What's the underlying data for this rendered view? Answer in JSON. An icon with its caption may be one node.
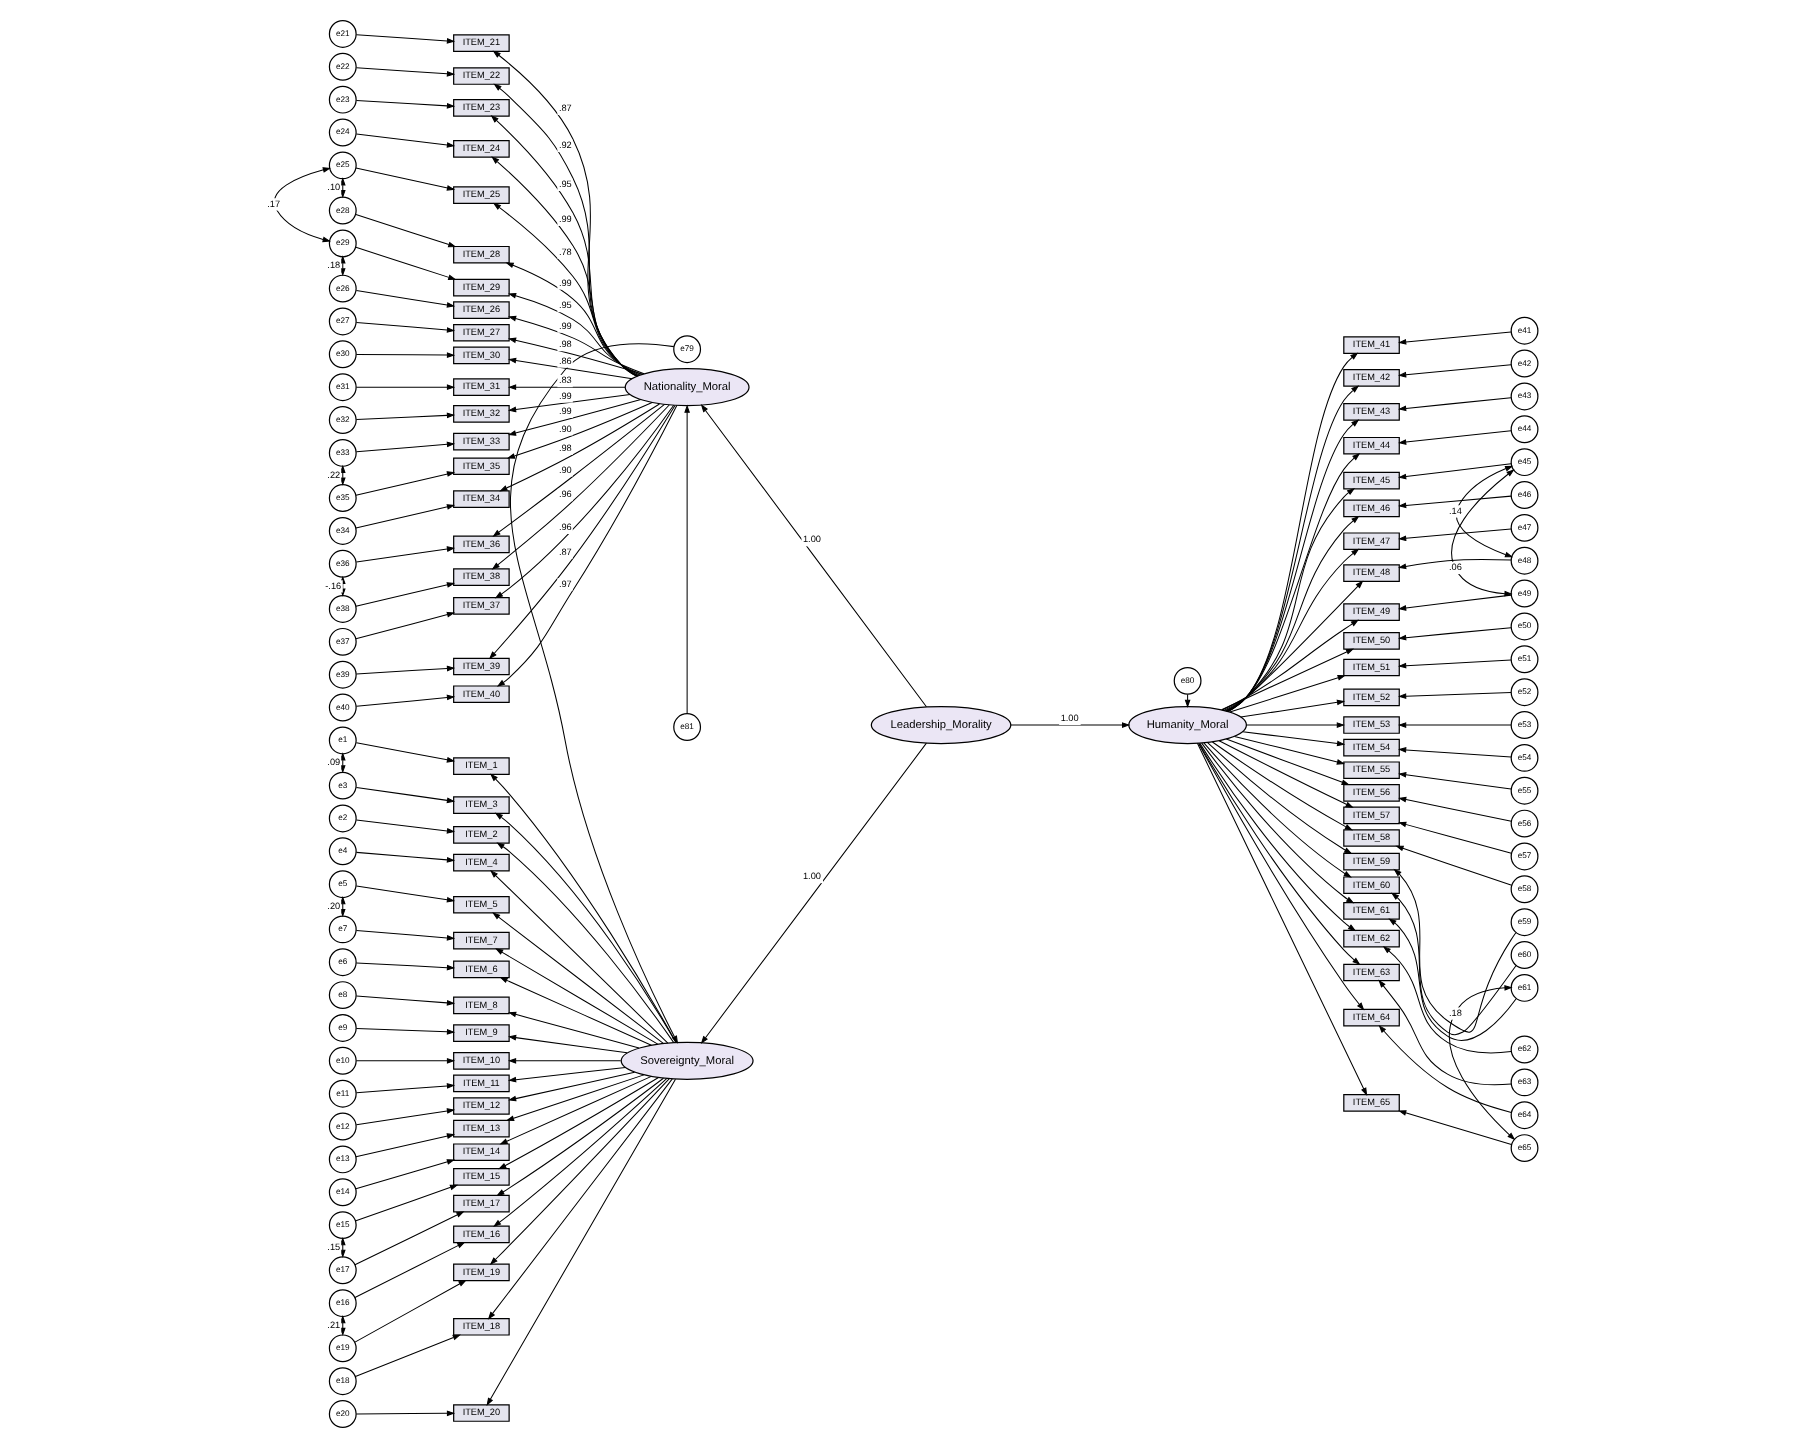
{
  "diagram": {
    "nodes": [
      {
        "text": [
          "e79"
        ]
      },
      {
        "text": [
          "Sovereignty_Moral"
        ]
      },
      {
        "text": [
          "e80"
        ]
      },
      {
        "text": [
          "Humanity_Moral"
        ]
      },
      {
        "text": [
          "Leadership_Morality"
        ]
      },
      {
        "text": [
          "e81"
        ]
      },
      {
        "text": [
          "Nationality_Moral"
        ]
      },
      {
        "text": [
          "e1"
        ]
      },
      {
        "text": [
          "ITEM_1"
        ]
      },
      {
        "text": [
          "e2"
        ]
      },
      {
        "text": [
          "ITEM_2"
        ]
      },
      {
        "text": [
          "e3"
        ]
      },
      {
        "text": [
          "ITEM_3"
        ]
      },
      {
        "text": [
          "e4"
        ]
      },
      {
        "text": [
          "ITEM_4"
        ]
      },
      {
        "text": [
          "e5"
        ]
      },
      {
        "text": [
          "ITEM_5"
        ]
      },
      {
        "text": [
          "e6"
        ]
      },
      {
        "text": [
          "ITEM_6"
        ]
      },
      {
        "text": [
          "e7"
        ]
      },
      {
        "text": [
          "ITEM_7"
        ]
      },
      {
        "text": [
          "e8"
        ]
      },
      {
        "text": [
          "ITEM_8"
        ]
      },
      {
        "text": [
          "e9"
        ]
      },
      {
        "text": [
          "ITEM_9"
        ]
      },
      {
        "text": [
          "e10"
        ]
      },
      {
        "text": [
          "ITEM_10"
        ]
      },
      {
        "text": [
          "e11"
        ]
      },
      {
        "text": [
          "ITEM_11"
        ]
      },
      {
        "text": [
          "e12"
        ]
      },
      {
        "text": [
          "ITEM_12"
        ]
      },
      {
        "text": [
          "e13"
        ]
      },
      {
        "text": [
          "ITEM_13"
        ]
      },
      {
        "text": [
          "e14"
        ]
      },
      {
        "text": [
          "ITEM_14"
        ]
      },
      {
        "text": [
          "e15"
        ]
      },
      {
        "text": [
          "ITEM_15"
        ]
      },
      {
        "text": [
          "e16"
        ]
      },
      {
        "text": [
          "ITEM_16"
        ]
      },
      {
        "text": [
          "e17"
        ]
      },
      {
        "text": [
          "ITEM_17"
        ]
      },
      {
        "text": [
          "e18"
        ]
      },
      {
        "text": [
          "ITEM_18"
        ]
      },
      {
        "text": [
          "e19"
        ]
      },
      {
        "text": [
          "ITEM_19"
        ]
      },
      {
        "text": [
          "e20"
        ]
      },
      {
        "text": [
          "ITEM_20"
        ]
      },
      {
        "text": [
          "ITEM_41"
        ]
      },
      {
        "text": [
          "e41"
        ]
      },
      {
        "text": [
          "ITEM_42"
        ]
      },
      {
        "text": [
          "e42"
        ]
      },
      {
        "text": [
          "ITEM_43"
        ]
      },
      {
        "text": [
          "e43"
        ]
      },
      {
        "text": [
          "ITEM_44"
        ]
      },
      {
        "text": [
          "e44"
        ]
      },
      {
        "text": [
          "ITEM_45"
        ]
      },
      {
        "text": [
          "e45"
        ]
      },
      {
        "text": [
          "ITEM_46"
        ]
      },
      {
        "text": [
          "e46"
        ]
      },
      {
        "text": [
          "ITEM_47"
        ]
      },
      {
        "text": [
          "e47"
        ]
      },
      {
        "text": [
          "ITEM_48"
        ]
      },
      {
        "text": [
          "e48"
        ]
      },
      {
        "text": [
          "ITEM_49"
        ]
      },
      {
        "text": [
          "e49"
        ]
      },
      {
        "text": [
          "ITEM_50"
        ]
      },
      {
        "text": [
          "e50"
        ]
      },
      {
        "text": [
          "ITEM_51"
        ]
      },
      {
        "text": [
          "e51"
        ]
      },
      {
        "text": [
          "ITEM_52"
        ]
      },
      {
        "text": [
          "e52"
        ]
      },
      {
        "text": [
          "ITEM_53"
        ]
      },
      {
        "text": [
          "e53"
        ]
      },
      {
        "text": [
          "ITEM_54"
        ]
      },
      {
        "text": [
          "e54"
        ]
      },
      {
        "text": [
          "ITEM_55"
        ]
      },
      {
        "text": [
          "e55"
        ]
      },
      {
        "text": [
          "ITEM_56"
        ]
      },
      {
        "text": [
          "e56"
        ]
      },
      {
        "text": [
          "ITEM_57"
        ]
      },
      {
        "text": [
          "e57"
        ]
      },
      {
        "text": [
          "ITEM_58"
        ]
      },
      {
        "text": [
          "e58"
        ]
      },
      {
        "text": [
          "ITEM_59"
        ]
      },
      {
        "text": [
          "e59"
        ]
      },
      {
        "text": [
          "ITEM_60"
        ]
      },
      {
        "text": [
          "e60"
        ]
      },
      {
        "text": [
          "ITEM_61"
        ]
      },
      {
        "text": [
          "e61"
        ]
      },
      {
        "text": [
          "ITEM_62"
        ]
      },
      {
        "text": [
          "e62"
        ]
      },
      {
        "text": [
          "ITEM_63"
        ]
      },
      {
        "text": [
          "e63"
        ]
      },
      {
        "text": [
          "ITEM_64"
        ]
      },
      {
        "text": [
          "e64"
        ]
      },
      {
        "text": [
          "ITEM_65"
        ]
      },
      {
        "text": [
          "e65"
        ]
      },
      {
        "text": [
          "ITEM_21"
        ]
      },
      {
        "text": [
          "ITEM_22"
        ]
      },
      {
        "text": [
          "ITEM_23"
        ]
      },
      {
        "text": [
          "ITEM_24"
        ]
      },
      {
        "text": [
          "ITEM_25"
        ]
      },
      {
        "text": [
          "ITEM_26"
        ]
      },
      {
        "text": [
          "ITEM_27"
        ]
      },
      {
        "text": [
          "ITEM_28"
        ]
      },
      {
        "text": [
          "ITEM_29"
        ]
      },
      {
        "text": [
          "ITEM_30"
        ]
      },
      {
        "text": [
          "ITEM_31"
        ]
      },
      {
        "text": [
          "ITEM_32"
        ]
      },
      {
        "text": [
          "ITEM_33"
        ]
      },
      {
        "text": [
          "ITEM_34"
        ]
      },
      {
        "text": [
          "ITEM_35"
        ]
      },
      {
        "text": [
          "ITEM_36"
        ]
      },
      {
        "text": [
          "ITEM_37"
        ]
      },
      {
        "text": [
          "ITEM_38"
        ]
      },
      {
        "text": [
          "ITEM_39"
        ]
      },
      {
        "text": [
          "ITEM_40"
        ]
      },
      {
        "text": [
          "e21"
        ]
      },
      {
        "text": [
          "e22"
        ]
      },
      {
        "text": [
          "e23"
        ]
      },
      {
        "text": [
          "e24"
        ]
      },
      {
        "text": [
          "e25"
        ]
      },
      {
        "text": [
          "e26"
        ]
      },
      {
        "text": [
          "e27"
        ]
      },
      {
        "text": [
          "e28"
        ]
      },
      {
        "text": [
          "e29"
        ]
      },
      {
        "text": [
          "e30"
        ]
      },
      {
        "text": [
          "e31"
        ]
      },
      {
        "text": [
          "e32"
        ]
      },
      {
        "text": [
          "e33"
        ]
      },
      {
        "text": [
          "e34"
        ]
      },
      {
        "text": [
          "e35"
        ]
      },
      {
        "text": [
          "e36"
        ]
      },
      {
        "text": [
          "e37"
        ]
      },
      {
        "text": [
          "e38"
        ]
      },
      {
        "text": [
          "e39"
        ]
      },
      {
        "text": [
          "e40"
        ]
      }
    ],
    "edges": [
      {
        "from": 4,
        "to": 1,
        "arrow": "to",
        "label": "1.00"
      },
      {
        "from": 4,
        "to": 3,
        "arrow": "to",
        "label": "1.00"
      },
      {
        "from": 4,
        "to": 6,
        "arrow": "to",
        "label": "1.00"
      },
      {
        "from": 0,
        "to": 1,
        "arrow": "to"
      },
      {
        "from": 2,
        "to": 3,
        "arrow": "to"
      },
      {
        "from": 5,
        "to": 6,
        "arrow": "to"
      },
      {
        "from": 1,
        "to": 8,
        "arrow": "to"
      },
      {
        "from": 1,
        "to": 10,
        "arrow": "to"
      },
      {
        "from": 1,
        "to": 12,
        "arrow": "to"
      },
      {
        "from": 1,
        "to": 14,
        "arrow": "to"
      },
      {
        "from": 1,
        "to": 16,
        "arrow": "to"
      },
      {
        "from": 1,
        "to": 18,
        "arrow": "to"
      },
      {
        "from": 1,
        "to": 20,
        "arrow": "to"
      },
      {
        "from": 1,
        "to": 22,
        "arrow": "to"
      },
      {
        "from": 1,
        "to": 24,
        "arrow": "to"
      },
      {
        "from": 1,
        "to": 26,
        "arrow": "to"
      },
      {
        "from": 1,
        "to": 28,
        "arrow": "to"
      },
      {
        "from": 1,
        "to": 30,
        "arrow": "to"
      },
      {
        "from": 1,
        "to": 32,
        "arrow": "to"
      },
      {
        "from": 1,
        "to": 34,
        "arrow": "to"
      },
      {
        "from": 1,
        "to": 36,
        "arrow": "to"
      },
      {
        "from": 1,
        "to": 38,
        "arrow": "to"
      },
      {
        "from": 1,
        "to": 40,
        "arrow": "to"
      },
      {
        "from": 1,
        "to": 42,
        "arrow": "to"
      },
      {
        "from": 1,
        "to": 44,
        "arrow": "to"
      },
      {
        "from": 1,
        "to": 46,
        "arrow": "to"
      },
      {
        "from": 3,
        "to": 47,
        "arrow": "to"
      },
      {
        "from": 3,
        "to": 49,
        "arrow": "to"
      },
      {
        "from": 3,
        "to": 51,
        "arrow": "to"
      },
      {
        "from": 3,
        "to": 53,
        "arrow": "to"
      },
      {
        "from": 3,
        "to": 55,
        "arrow": "to"
      },
      {
        "from": 3,
        "to": 57,
        "arrow": "to"
      },
      {
        "from": 3,
        "to": 59,
        "arrow": "to"
      },
      {
        "from": 3,
        "to": 61,
        "arrow": "to"
      },
      {
        "from": 3,
        "to": 63,
        "arrow": "to"
      },
      {
        "from": 3,
        "to": 65,
        "arrow": "to"
      },
      {
        "from": 3,
        "to": 67,
        "arrow": "to"
      },
      {
        "from": 3,
        "to": 69,
        "arrow": "to"
      },
      {
        "from": 3,
        "to": 71,
        "arrow": "to"
      },
      {
        "from": 3,
        "to": 73,
        "arrow": "to"
      },
      {
        "from": 3,
        "to": 75,
        "arrow": "to"
      },
      {
        "from": 3,
        "to": 77,
        "arrow": "to"
      },
      {
        "from": 3,
        "to": 79,
        "arrow": "to"
      },
      {
        "from": 3,
        "to": 81,
        "arrow": "to"
      },
      {
        "from": 3,
        "to": 83,
        "arrow": "to"
      },
      {
        "from": 3,
        "to": 85,
        "arrow": "to"
      },
      {
        "from": 3,
        "to": 87,
        "arrow": "to"
      },
      {
        "from": 3,
        "to": 89,
        "arrow": "to"
      },
      {
        "from": 3,
        "to": 91,
        "arrow": "to"
      },
      {
        "from": 3,
        "to": 93,
        "arrow": "to"
      },
      {
        "from": 3,
        "to": 95,
        "arrow": "to"
      },
      {
        "from": 6,
        "to": 97,
        "arrow": "to",
        "label": ".87"
      },
      {
        "from": 6,
        "to": 98,
        "arrow": "to",
        "label": ".92"
      },
      {
        "from": 6,
        "to": 99,
        "arrow": "to",
        "label": ".95"
      },
      {
        "from": 6,
        "to": 100,
        "arrow": "to",
        "label": ".99"
      },
      {
        "from": 6,
        "to": 101,
        "arrow": "to",
        "label": ".78"
      },
      {
        "from": 6,
        "to": 102,
        "arrow": "to",
        "label": ".99"
      },
      {
        "from": 6,
        "to": 103,
        "arrow": "to",
        "label": ".98"
      },
      {
        "from": 6,
        "to": 104,
        "arrow": "to",
        "label": ".99"
      },
      {
        "from": 6,
        "to": 105,
        "arrow": "to",
        "label": ".95"
      },
      {
        "from": 6,
        "to": 106,
        "arrow": "to",
        "label": ".86"
      },
      {
        "from": 6,
        "to": 107,
        "arrow": "to",
        "label": ".83"
      },
      {
        "from": 6,
        "to": 108,
        "arrow": "to",
        "label": ".99"
      },
      {
        "from": 6,
        "to": 109,
        "arrow": "to",
        "label": ".99"
      },
      {
        "from": 6,
        "to": 110,
        "arrow": "to",
        "label": ".98"
      },
      {
        "from": 6,
        "to": 111,
        "arrow": "to",
        "label": ".90"
      },
      {
        "from": 6,
        "to": 112,
        "arrow": "to",
        "label": ".90"
      },
      {
        "from": 6,
        "to": 113,
        "arrow": "to",
        "label": ".96"
      },
      {
        "from": 6,
        "to": 114,
        "arrow": "to",
        "label": ".96"
      },
      {
        "from": 6,
        "to": 115,
        "arrow": "to",
        "label": ".87"
      },
      {
        "from": 6,
        "to": 116,
        "arrow": "to",
        "label": ".97"
      },
      {
        "from": 7,
        "to": 8,
        "arrow": "to"
      },
      {
        "from": 9,
        "to": 10,
        "arrow": "to"
      },
      {
        "from": 11,
        "to": 12,
        "arrow": "to"
      },
      {
        "from": 13,
        "to": 14,
        "arrow": "to"
      },
      {
        "from": 15,
        "to": 16,
        "arrow": "to"
      },
      {
        "from": 17,
        "to": 18,
        "arrow": "to"
      },
      {
        "from": 19,
        "to": 20,
        "arrow": "to"
      },
      {
        "from": 21,
        "to": 22,
        "arrow": "to"
      },
      {
        "from": 23,
        "to": 24,
        "arrow": "to"
      },
      {
        "from": 25,
        "to": 26,
        "arrow": "to"
      },
      {
        "from": 27,
        "to": 28,
        "arrow": "to"
      },
      {
        "from": 29,
        "to": 30,
        "arrow": "to"
      },
      {
        "from": 31,
        "to": 32,
        "arrow": "to"
      },
      {
        "from": 33,
        "to": 34,
        "arrow": "to"
      },
      {
        "from": 35,
        "to": 36,
        "arrow": "to"
      },
      {
        "from": 37,
        "to": 38,
        "arrow": "to"
      },
      {
        "from": 39,
        "to": 40,
        "arrow": "to"
      },
      {
        "from": 41,
        "to": 42,
        "arrow": "to"
      },
      {
        "from": 43,
        "to": 44,
        "arrow": "to"
      },
      {
        "from": 45,
        "to": 46,
        "arrow": "to"
      },
      {
        "from": 48,
        "to": 47,
        "arrow": "to"
      },
      {
        "from": 50,
        "to": 49,
        "arrow": "to"
      },
      {
        "from": 52,
        "to": 51,
        "arrow": "to"
      },
      {
        "from": 54,
        "to": 53,
        "arrow": "to"
      },
      {
        "from": 56,
        "to": 55,
        "arrow": "to"
      },
      {
        "from": 58,
        "to": 57,
        "arrow": "to"
      },
      {
        "from": 60,
        "to": 59,
        "arrow": "to"
      },
      {
        "from": 62,
        "to": 61,
        "arrow": "to"
      },
      {
        "from": 64,
        "to": 63,
        "arrow": "to"
      },
      {
        "from": 66,
        "to": 65,
        "arrow": "to"
      },
      {
        "from": 68,
        "to": 67,
        "arrow": "to"
      },
      {
        "from": 70,
        "to": 69,
        "arrow": "to"
      },
      {
        "from": 72,
        "to": 71,
        "arrow": "to"
      },
      {
        "from": 74,
        "to": 73,
        "arrow": "to"
      },
      {
        "from": 76,
        "to": 75,
        "arrow": "to"
      },
      {
        "from": 78,
        "to": 77,
        "arrow": "to"
      },
      {
        "from": 80,
        "to": 79,
        "arrow": "to"
      },
      {
        "from": 82,
        "to": 81,
        "arrow": "to"
      },
      {
        "from": 84,
        "to": 83,
        "arrow": "to"
      },
      {
        "from": 86,
        "to": 85,
        "arrow": "to"
      },
      {
        "from": 88,
        "to": 87,
        "arrow": "to"
      },
      {
        "from": 90,
        "to": 89,
        "arrow": "to"
      },
      {
        "from": 92,
        "to": 91,
        "arrow": "to"
      },
      {
        "from": 94,
        "to": 93,
        "arrow": "to"
      },
      {
        "from": 96,
        "to": 95,
        "arrow": "to"
      },
      {
        "from": 117,
        "to": 97,
        "arrow": "to"
      },
      {
        "from": 118,
        "to": 98,
        "arrow": "to"
      },
      {
        "from": 119,
        "to": 99,
        "arrow": "to"
      },
      {
        "from": 120,
        "to": 100,
        "arrow": "to"
      },
      {
        "from": 121,
        "to": 101,
        "arrow": "to"
      },
      {
        "from": 122,
        "to": 102,
        "arrow": "to"
      },
      {
        "from": 123,
        "to": 103,
        "arrow": "to"
      },
      {
        "from": 124,
        "to": 104,
        "arrow": "to"
      },
      {
        "from": 125,
        "to": 105,
        "arrow": "to"
      },
      {
        "from": 126,
        "to": 106,
        "arrow": "to"
      },
      {
        "from": 127,
        "to": 107,
        "arrow": "to"
      },
      {
        "from": 128,
        "to": 108,
        "arrow": "to"
      },
      {
        "from": 129,
        "to": 109,
        "arrow": "to"
      },
      {
        "from": 130,
        "to": 110,
        "arrow": "to"
      },
      {
        "from": 131,
        "to": 111,
        "arrow": "to"
      },
      {
        "from": 132,
        "to": 112,
        "arrow": "to"
      },
      {
        "from": 133,
        "to": 113,
        "arrow": "to"
      },
      {
        "from": 134,
        "to": 114,
        "arrow": "to"
      },
      {
        "from": 135,
        "to": 115,
        "arrow": "to"
      },
      {
        "from": 136,
        "to": 116,
        "arrow": "to"
      },
      {
        "from": 7,
        "to": 11,
        "arrow": "both",
        "label": ".09"
      },
      {
        "from": 15,
        "to": 19,
        "arrow": "both",
        "label": ".20"
      },
      {
        "from": 35,
        "to": 39,
        "arrow": "both",
        "label": ".15"
      },
      {
        "from": 37,
        "to": 43,
        "arrow": "both",
        "label": ".21"
      },
      {
        "from": 56,
        "to": 62,
        "arrow": "both",
        "label": ".14"
      },
      {
        "from": 56,
        "to": 64,
        "arrow": "both",
        "label": ".06"
      },
      {
        "from": 88,
        "to": 96,
        "arrow": "both",
        "label": ".18"
      },
      {
        "from": 121,
        "to": 124,
        "arrow": "both",
        "label": ".10"
      },
      {
        "from": 122,
        "to": 125,
        "arrow": "both",
        "label": ".18"
      },
      {
        "from": 121,
        "to": 125,
        "arrow": "both",
        "label": ".17"
      },
      {
        "from": 129,
        "to": 131,
        "arrow": "both",
        "label": ".22"
      },
      {
        "from": 132,
        "to": 134,
        "arrow": "both",
        "label": "-.16"
      }
    ]
  }
}
